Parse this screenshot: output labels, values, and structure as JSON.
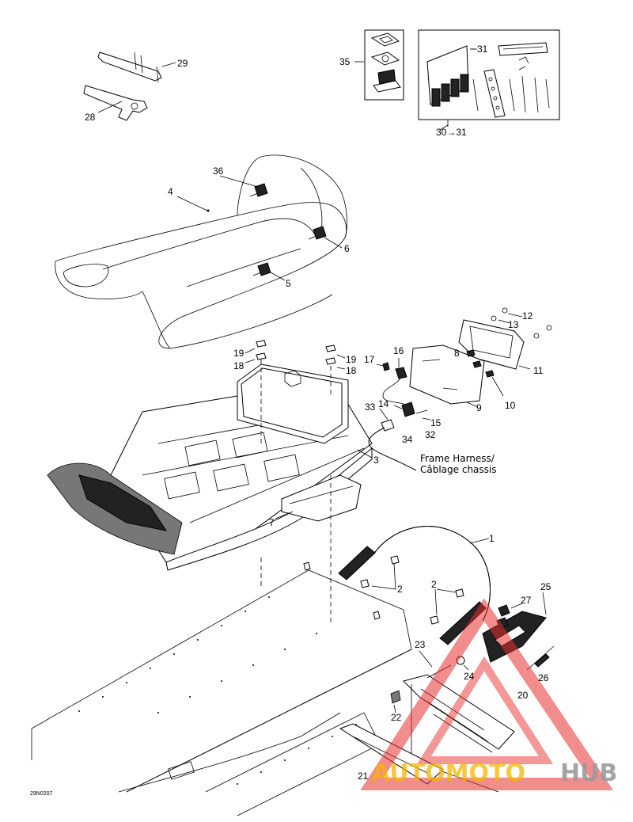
{
  "callouts": {
    "c1": "1",
    "c2a": "2",
    "c2b": "2",
    "c3": "3",
    "c4": "4",
    "c5": "5",
    "c6": "6",
    "c7": "7",
    "c8": "8",
    "c9": "9",
    "c10": "10",
    "c11": "11",
    "c12": "12",
    "c13": "13",
    "c14": "14",
    "c15": "15",
    "c16": "16",
    "c17": "17",
    "c18a": "18",
    "c18b": "18",
    "c19a": "19",
    "c19b": "19",
    "c20": "20",
    "c21": "21",
    "c22": "22",
    "c23": "23",
    "c24": "24",
    "c25": "25",
    "c26": "26",
    "c27": "27",
    "c28": "28",
    "c29": "29",
    "c31": "31",
    "c32": "32",
    "c33": "33",
    "c34": "34",
    "c35": "35",
    "c36": "36",
    "c3031": "30→31"
  },
  "notes": {
    "frame_harness_line1": "Frame Harness/",
    "frame_harness_line2": "Câblage chassis"
  },
  "drawing_code": "29N0207",
  "watermark": {
    "part1": "AUTOMOTO",
    "part2": "HUB",
    "color_primary": "#f5b400",
    "color_secondary": "#9a9a9a",
    "triangle_color": "#e83030"
  }
}
